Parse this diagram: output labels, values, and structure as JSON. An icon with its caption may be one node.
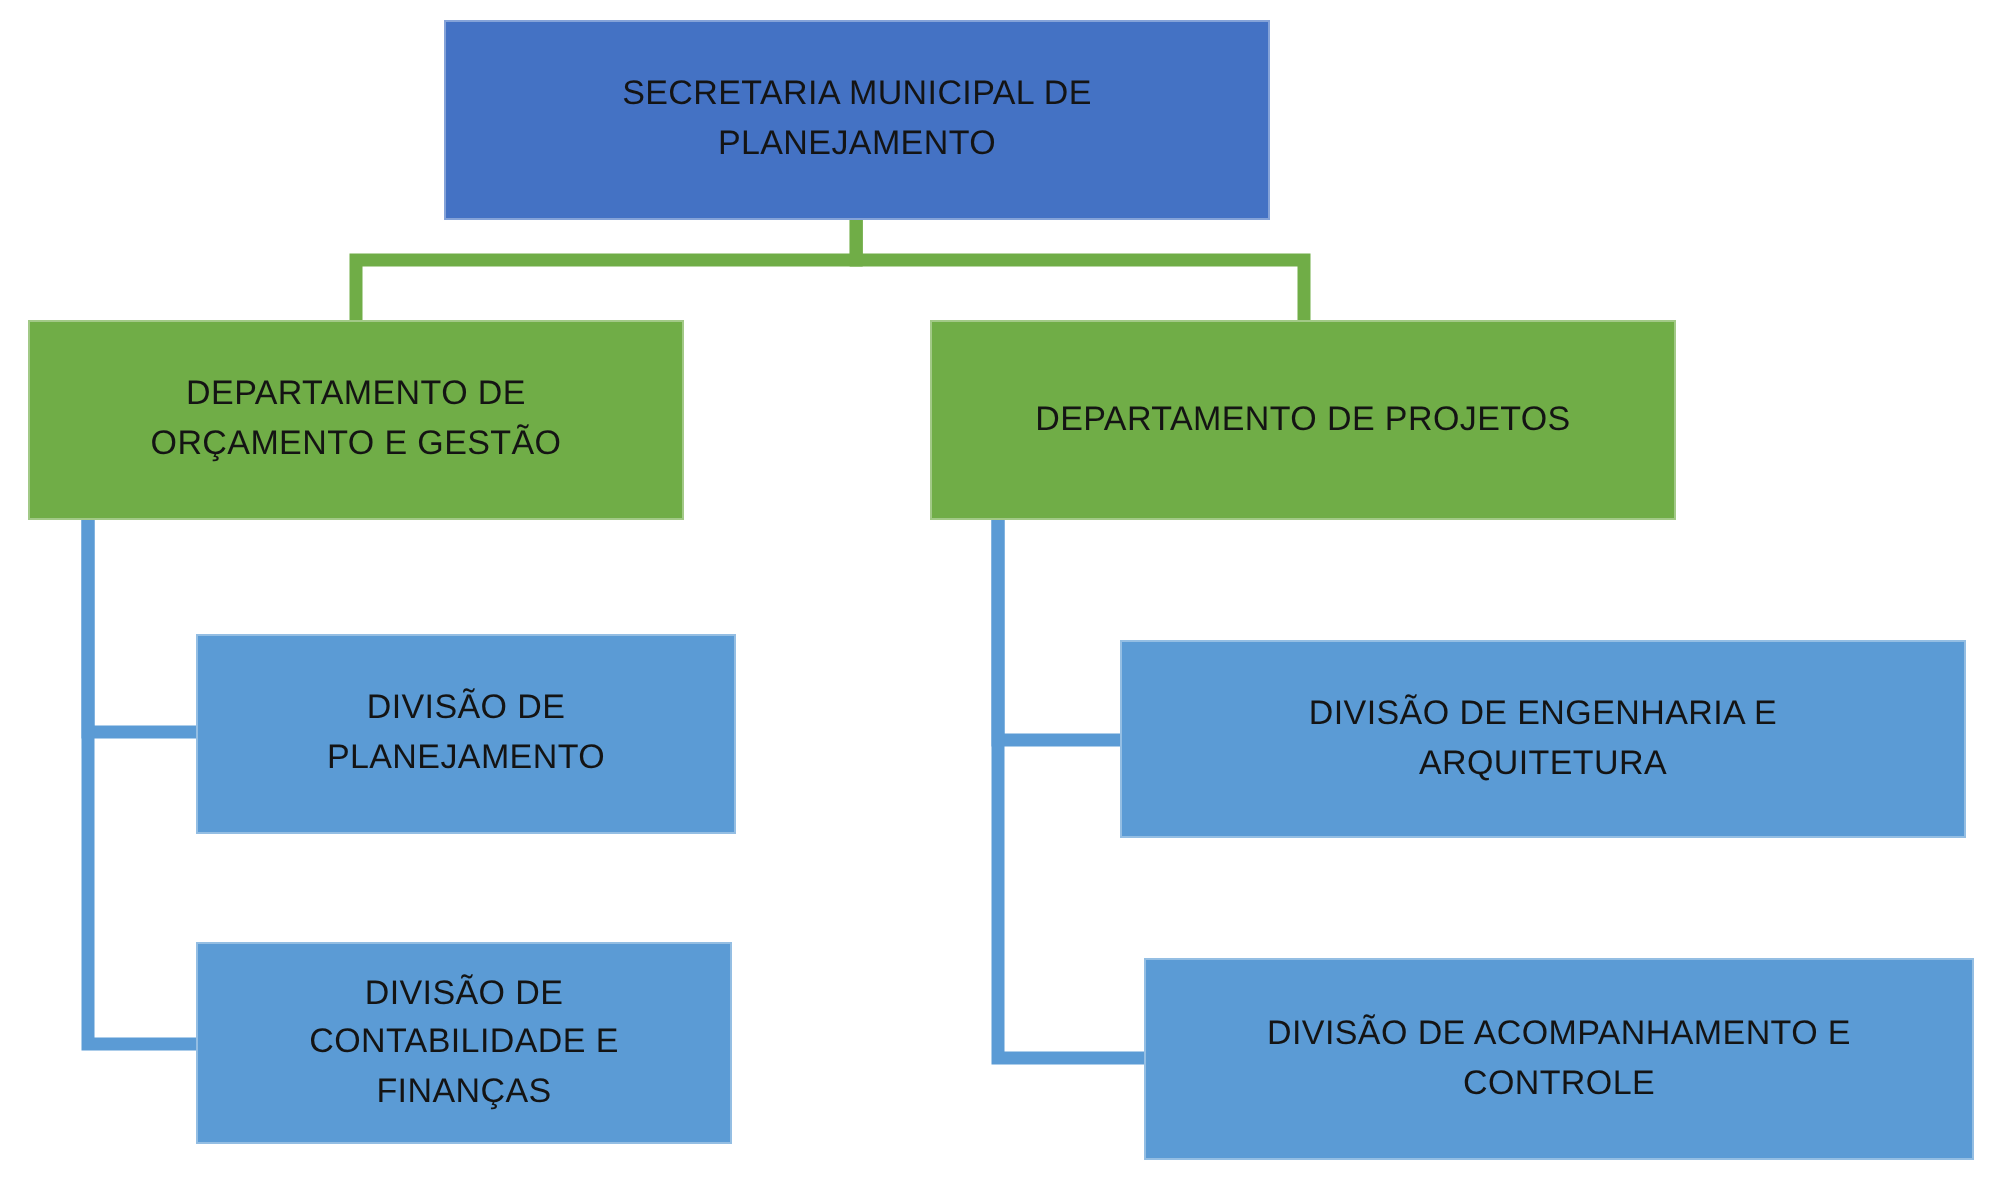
{
  "diagram": {
    "nodes": [
      {
        "text": [
          "SECRETARIA MUNICIPAL DE PLANEJAMENTO"
        ]
      },
      {
        "text": [
          "DEPARTAMENTO DE ORÇAMENTO E GESTÃO"
        ]
      },
      {
        "text": [
          "DEPARTAMENTO DE PROJETOS"
        ]
      },
      {
        "text": [
          "DIVISÃO DE PLANEJAMENTO"
        ]
      },
      {
        "text": [
          "DIVISÃO DE CONTABILIDADE E FINANÇAS"
        ]
      },
      {
        "text": [
          "DIVISÃO DE ENGENHARIA E ARQUITETURA"
        ]
      },
      {
        "text": [
          "DIVISÃO DE ACOMPANHAMENTO E CONTROLE"
        ]
      }
    ],
    "edges": [
      {
        "from": 0,
        "to": 1,
        "arrow": "none",
        "color": "#70ad47"
      },
      {
        "from": 0,
        "to": 2,
        "arrow": "none",
        "color": "#70ad47"
      },
      {
        "from": 1,
        "to": 3,
        "arrow": "none"
      },
      {
        "from": 1,
        "to": 4,
        "arrow": "none"
      },
      {
        "from": 2,
        "to": 5,
        "arrow": "none"
      },
      {
        "from": 2,
        "to": 6,
        "arrow": "none"
      }
    ]
  }
}
